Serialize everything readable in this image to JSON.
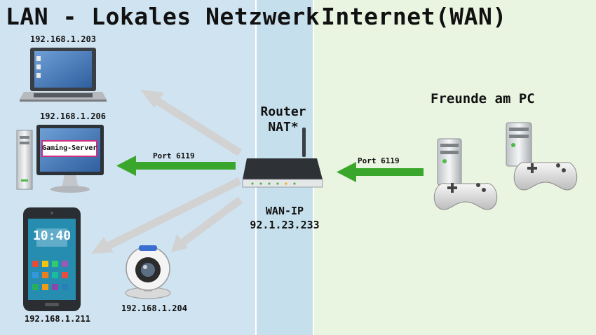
{
  "lan_title": "LAN - Lokales Netzwerk",
  "wan_title": "Internet(WAN)",
  "devices": {
    "laptop_ip": "192.168.1.203",
    "desktop_ip": "192.168.1.206",
    "desktop_screen_label": "Gaming-Server",
    "phone_ip": "192.168.1.211",
    "phone_clock": "10:40",
    "webcam_ip": "192.168.1.204"
  },
  "router": {
    "name": "Router",
    "nat": "NAT*",
    "wan_label": "WAN-IP",
    "wan_ip": "92.1.23.233"
  },
  "ports": {
    "lan_port": "Port 6119",
    "wan_port": "Port 6119"
  },
  "friends_label": "Freunde am PC",
  "colors": {
    "lan_bg": "#cfe3f0",
    "wan_bg": "#eaf5e1",
    "arrow_green": "#3aa62b",
    "arrow_gray": "#cfcfcf"
  }
}
